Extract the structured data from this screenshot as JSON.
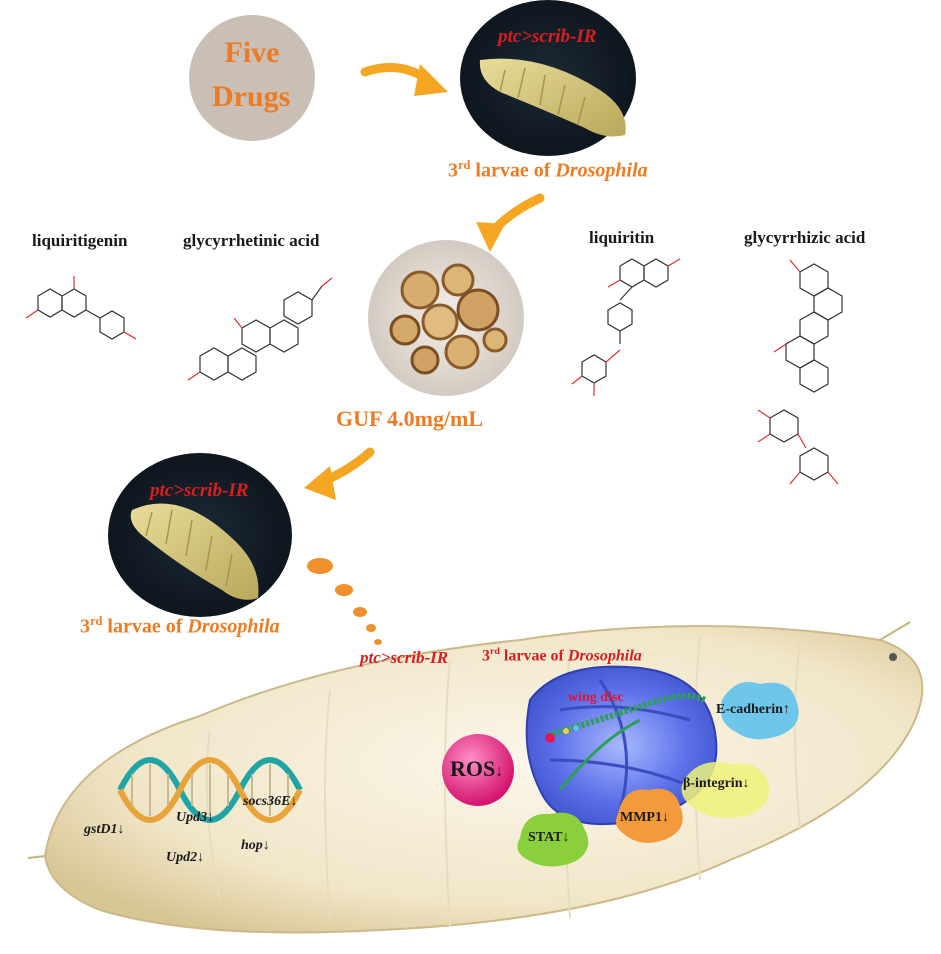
{
  "top": {
    "five_drugs_line1": "Five",
    "five_drugs_line2": "Drugs",
    "larva_genotype": "ptc>scrib-IR",
    "larva_caption_prefix": "3",
    "larva_caption_sup": "rd",
    "larva_caption_middle": " larvae of ",
    "larva_caption_species": "Drosophila"
  },
  "compounds": [
    {
      "name": "liquiritigenin"
    },
    {
      "name": "glycyrrhetinic acid"
    },
    {
      "name": "liquiritin"
    },
    {
      "name": "glycyrrhizic acid"
    }
  ],
  "guf": {
    "label": "GUF 4.0mg/mL"
  },
  "second_larva": {
    "genotype": "ptc>scrib-IR",
    "caption_prefix": "3",
    "caption_sup": "rd",
    "caption_middle": " larvae of ",
    "caption_species": "Drosophila"
  },
  "body": {
    "genotype": "ptc>scrib-IR",
    "title_prefix": "3",
    "title_sup": "rd",
    "title_middle": " larvae of ",
    "title_species": "Drosophila",
    "wing_disc": "wing disc",
    "markers": [
      {
        "id": "ros",
        "label": "ROS",
        "arrow": "↓",
        "color": "#e0157a"
      },
      {
        "id": "stat",
        "label": "STAT",
        "arrow": "↓",
        "color": "#8ccf3c"
      },
      {
        "id": "mmp1",
        "label": "MMP1",
        "arrow": "↓",
        "color": "#f39a3c"
      },
      {
        "id": "integrin",
        "label": "β-integrin",
        "arrow": "↓",
        "color": "#eef27a"
      },
      {
        "id": "ecad",
        "label": "E-cadherin",
        "arrow": "↑",
        "color": "#6ec6ea"
      }
    ],
    "genes": [
      {
        "label": "gstD1",
        "arrow": "↓"
      },
      {
        "label": "Upd3",
        "arrow": "↓"
      },
      {
        "label": "socs36E",
        "arrow": "↓"
      },
      {
        "label": "Upd2",
        "arrow": "↓"
      },
      {
        "label": "hop",
        "arrow": "↓"
      }
    ]
  }
}
